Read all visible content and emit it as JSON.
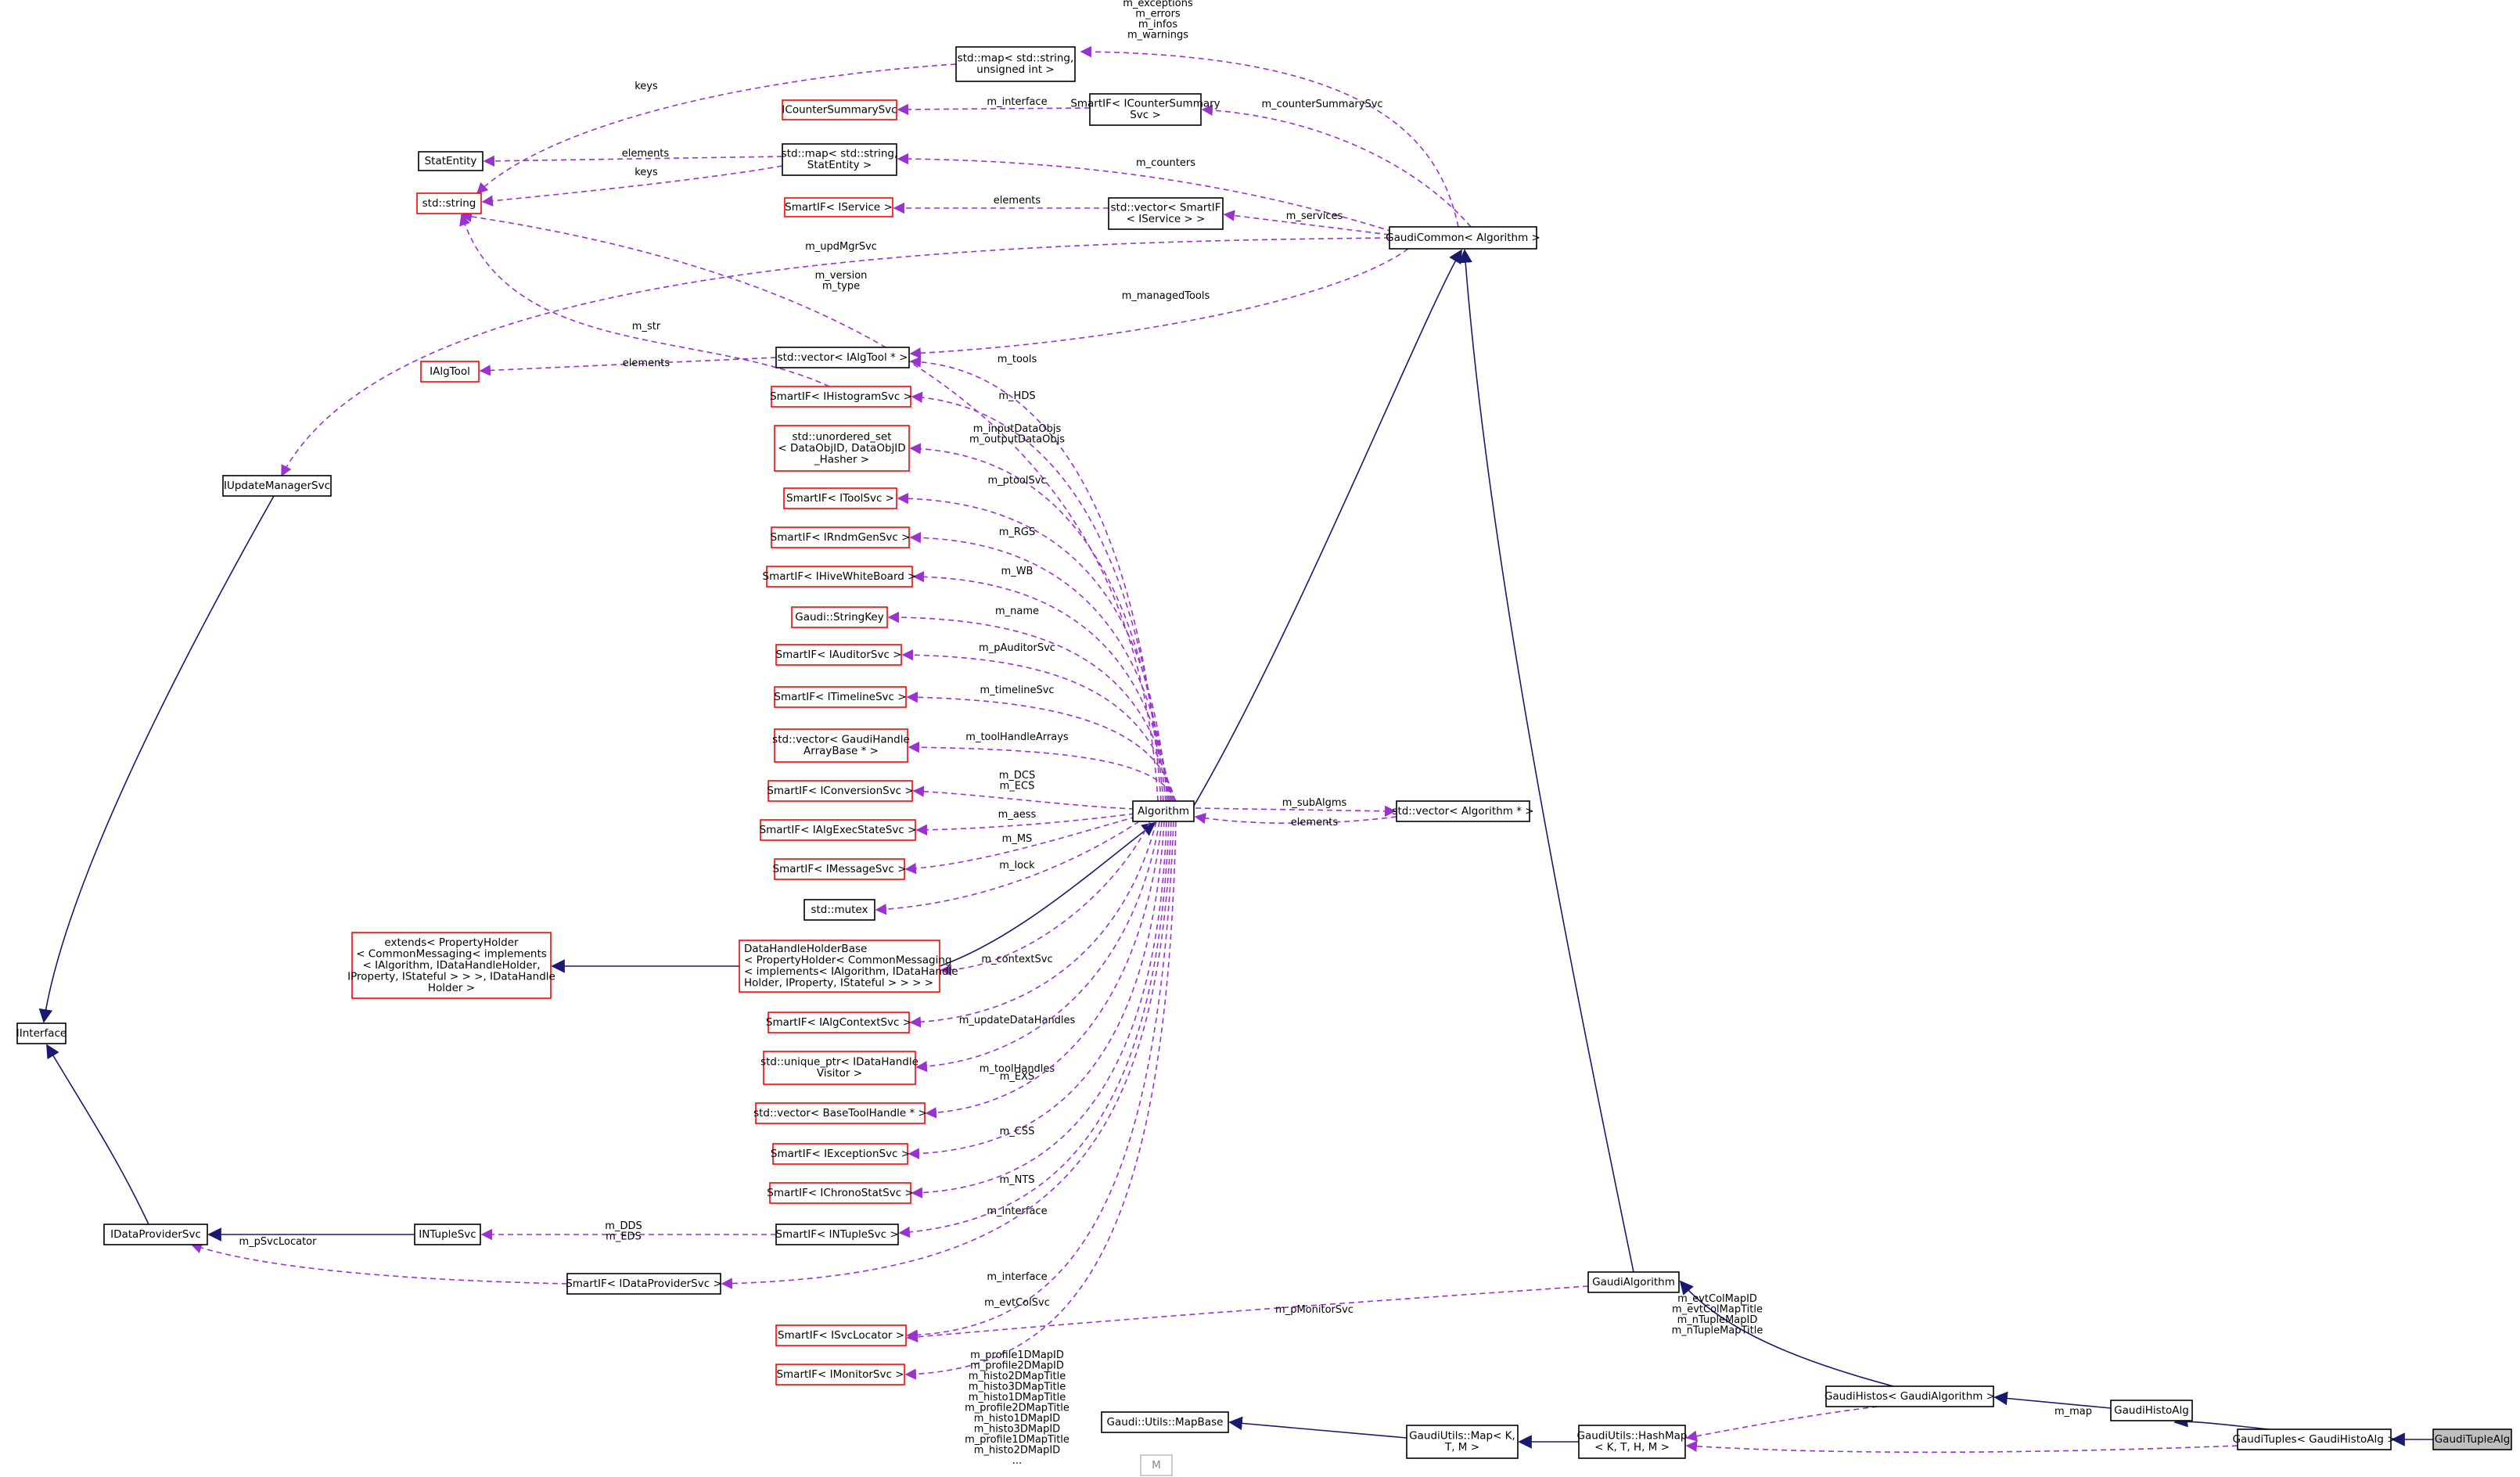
{
  "diagram": {
    "nodes": [
      {
        "id": "mapStrUInt",
        "lines": [
          "std::map< std::string,",
          "unsigned int >"
        ],
        "style": "black"
      },
      {
        "id": "ICounterSummarySvc",
        "lines": [
          "ICounterSummarySvc"
        ],
        "style": "red"
      },
      {
        "id": "SmartIFCounter",
        "lines": [
          "SmartIF< ICounterSummary",
          "Svc >"
        ],
        "style": "black"
      },
      {
        "id": "StatEntity",
        "lines": [
          "StatEntity"
        ],
        "style": "black"
      },
      {
        "id": "mapStrStat",
        "lines": [
          "std::map< std::string,",
          "StatEntity >"
        ],
        "style": "black"
      },
      {
        "id": "stdstring",
        "lines": [
          "std::string"
        ],
        "style": "red"
      },
      {
        "id": "SmartIFIService",
        "lines": [
          "SmartIF< IService >"
        ],
        "style": "red"
      },
      {
        "id": "vecSmartIF",
        "lines": [
          "std::vector< SmartIF",
          "< IService > >"
        ],
        "style": "black"
      },
      {
        "id": "GaudiCommon",
        "lines": [
          "GaudiCommon< Algorithm >"
        ],
        "style": "black"
      },
      {
        "id": "IAlgTool",
        "lines": [
          "IAlgTool"
        ],
        "style": "red"
      },
      {
        "id": "vecIAlgTool",
        "lines": [
          "std::vector< IAlgTool * >"
        ],
        "style": "black"
      },
      {
        "id": "IUpdateManagerSvc",
        "lines": [
          "IUpdateManagerSvc"
        ],
        "style": "black"
      },
      {
        "id": "SIHistogram",
        "lines": [
          "SmartIF< IHistogramSvc >"
        ],
        "style": "red"
      },
      {
        "id": "unorderedSet",
        "lines": [
          "std::unordered_set",
          "< DataObjID, DataObjID",
          "_Hasher >"
        ],
        "style": "red"
      },
      {
        "id": "SIToolSvc",
        "lines": [
          "SmartIF< IToolSvc >"
        ],
        "style": "red"
      },
      {
        "id": "SIRndm",
        "lines": [
          "SmartIF< IRndmGenSvc >"
        ],
        "style": "red"
      },
      {
        "id": "SIHive",
        "lines": [
          "SmartIF< IHiveWhiteBoard >"
        ],
        "style": "red"
      },
      {
        "id": "StringKey",
        "lines": [
          "Gaudi::StringKey"
        ],
        "style": "red"
      },
      {
        "id": "SIAuditor",
        "lines": [
          "SmartIF< IAuditorSvc >"
        ],
        "style": "red"
      },
      {
        "id": "SITimeline",
        "lines": [
          "SmartIF< ITimelineSvc >"
        ],
        "style": "red"
      },
      {
        "id": "vecGaudiHandle",
        "lines": [
          "std::vector< GaudiHandle",
          "ArrayBase * >"
        ],
        "style": "red"
      },
      {
        "id": "SIConversion",
        "lines": [
          "SmartIF< IConversionSvc >"
        ],
        "style": "red"
      },
      {
        "id": "SIAlgExec",
        "lines": [
          "SmartIF< IAlgExecStateSvc >"
        ],
        "style": "red"
      },
      {
        "id": "SIMessage",
        "lines": [
          "SmartIF< IMessageSvc >"
        ],
        "style": "red"
      },
      {
        "id": "stdmutex",
        "lines": [
          "std::mutex"
        ],
        "style": "black"
      },
      {
        "id": "extendsPH",
        "lines": [
          "extends< PropertyHolder",
          "< CommonMessaging< implements",
          "< IAlgorithm, IDataHandleHolder,",
          "IProperty, IStateful > > >, IDataHandle",
          "Holder >"
        ],
        "style": "red"
      },
      {
        "id": "DataHandleHolderBase",
        "lines": [
          "DataHandleHolderBase",
          "< PropertyHolder< CommonMessaging",
          "< implements< IAlgorithm, IDataHandle",
          "Holder, IProperty, IStateful > > > >"
        ],
        "style": "red",
        "align": "left"
      },
      {
        "id": "Algorithm",
        "lines": [
          "Algorithm"
        ],
        "style": "black"
      },
      {
        "id": "vecAlgorithm",
        "lines": [
          "std::vector< Algorithm * >"
        ],
        "style": "black"
      },
      {
        "id": "SIAlgContext",
        "lines": [
          "SmartIF< IAlgContextSvc >"
        ],
        "style": "red"
      },
      {
        "id": "uniquePtr",
        "lines": [
          "std::unique_ptr< IDataHandle",
          "Visitor >"
        ],
        "style": "red"
      },
      {
        "id": "vecBaseTool",
        "lines": [
          "std::vector< BaseToolHandle * >"
        ],
        "style": "red"
      },
      {
        "id": "IInterface",
        "lines": [
          "IInterface"
        ],
        "style": "black"
      },
      {
        "id": "SIException",
        "lines": [
          "SmartIF< IExceptionSvc >"
        ],
        "style": "red"
      },
      {
        "id": "SIChrono",
        "lines": [
          "SmartIF< IChronoStatSvc >"
        ],
        "style": "red"
      },
      {
        "id": "IDataProviderSvc",
        "lines": [
          "IDataProviderSvc"
        ],
        "style": "black"
      },
      {
        "id": "INTupleSvc",
        "lines": [
          "INTupleSvc"
        ],
        "style": "black"
      },
      {
        "id": "SINTuple",
        "lines": [
          "SmartIF< INTupleSvc >"
        ],
        "style": "black"
      },
      {
        "id": "SIDataProvider",
        "lines": [
          "SmartIF< IDataProviderSvc >"
        ],
        "style": "black"
      },
      {
        "id": "GaudiAlgorithm",
        "lines": [
          "GaudiAlgorithm"
        ],
        "style": "black"
      },
      {
        "id": "SISvcLocator",
        "lines": [
          "SmartIF< ISvcLocator >"
        ],
        "style": "red"
      },
      {
        "id": "SIMonitor",
        "lines": [
          "SmartIF< IMonitorSvc >"
        ],
        "style": "red"
      },
      {
        "id": "GaudiHistos",
        "lines": [
          "GaudiHistos< GaudiAlgorithm >"
        ],
        "style": "black"
      },
      {
        "id": "GaudiHistoAlg",
        "lines": [
          "GaudiHistoAlg"
        ],
        "style": "black"
      },
      {
        "id": "MapBase",
        "lines": [
          "Gaudi::Utils::MapBase"
        ],
        "style": "black"
      },
      {
        "id": "UtilsMap",
        "lines": [
          "GaudiUtils::Map< K,",
          "T, M >"
        ],
        "style": "black"
      },
      {
        "id": "HashMap",
        "lines": [
          "GaudiUtils::HashMap",
          "< K, T, H, M >"
        ],
        "style": "black"
      },
      {
        "id": "GaudiTuples",
        "lines": [
          "GaudiTuples< GaudiHistoAlg >"
        ],
        "style": "black"
      },
      {
        "id": "GaudiTupleAlg",
        "lines": [
          "GaudiTupleAlg"
        ],
        "style": "focus"
      },
      {
        "id": "M",
        "lines": [
          "M"
        ],
        "style": "gray"
      }
    ],
    "edges": [
      {
        "kind": "usage",
        "label": [
          "m_exceptions",
          "m_errors",
          "m_infos",
          "m_warnings"
        ]
      },
      {
        "kind": "usage",
        "label": [
          "m_interface"
        ]
      },
      {
        "kind": "usage",
        "label": [
          "m_counterSummarySvc"
        ]
      },
      {
        "kind": "usage",
        "label": [
          "elements"
        ]
      },
      {
        "kind": "usage",
        "label": [
          "keys"
        ]
      },
      {
        "kind": "usage",
        "label": [
          "keys"
        ]
      },
      {
        "kind": "usage",
        "label": [
          "m_counters"
        ]
      },
      {
        "kind": "usage",
        "label": [
          "elements"
        ]
      },
      {
        "kind": "usage",
        "label": [
          "m_services"
        ]
      },
      {
        "kind": "usage",
        "label": [
          "m_updMgrSvc"
        ]
      },
      {
        "kind": "usage",
        "label": [
          "m_version",
          "m_type"
        ]
      },
      {
        "kind": "usage",
        "label": [
          "m_str"
        ]
      },
      {
        "kind": "usage",
        "label": [
          "m_managedTools"
        ]
      },
      {
        "kind": "usage",
        "label": [
          "elements"
        ]
      },
      {
        "kind": "usage",
        "label": [
          "m_tools"
        ]
      },
      {
        "kind": "usage",
        "label": [
          "m_HDS"
        ]
      },
      {
        "kind": "usage",
        "label": [
          "m_inputDataObjs",
          "m_outputDataObjs"
        ]
      },
      {
        "kind": "usage",
        "label": [
          "m_ptoolSvc"
        ]
      },
      {
        "kind": "usage",
        "label": [
          "m_RGS"
        ]
      },
      {
        "kind": "usage",
        "label": [
          "m_WB"
        ]
      },
      {
        "kind": "usage",
        "label": [
          "m_name"
        ]
      },
      {
        "kind": "usage",
        "label": [
          "m_pAuditorSvc"
        ]
      },
      {
        "kind": "usage",
        "label": [
          "m_timelineSvc"
        ]
      },
      {
        "kind": "usage",
        "label": [
          "m_toolHandleArrays"
        ]
      },
      {
        "kind": "usage",
        "label": [
          "m_DCS",
          "m_ECS"
        ]
      },
      {
        "kind": "usage",
        "label": [
          "m_aess"
        ]
      },
      {
        "kind": "usage",
        "label": [
          "m_MS"
        ]
      },
      {
        "kind": "usage",
        "label": [
          "m_lock"
        ]
      },
      {
        "kind": "usage",
        "label": [
          "m_subAlgms"
        ]
      },
      {
        "kind": "usage",
        "label": [
          "elements"
        ]
      },
      {
        "kind": "usage",
        "label": [
          "m_contextSvc"
        ]
      },
      {
        "kind": "usage",
        "label": [
          "m_updateDataHandles"
        ]
      },
      {
        "kind": "usage",
        "label": [
          "m_toolHandles"
        ]
      },
      {
        "kind": "usage",
        "label": [
          "m_EXS"
        ]
      },
      {
        "kind": "usage",
        "label": [
          "m_CSS"
        ]
      },
      {
        "kind": "usage",
        "label": [
          "m_NTS"
        ]
      },
      {
        "kind": "usage",
        "label": [
          "m_interface"
        ]
      },
      {
        "kind": "usage",
        "label": [
          "m_DDS",
          "m_EDS"
        ]
      },
      {
        "kind": "usage",
        "label": [
          "m_interface"
        ]
      },
      {
        "kind": "usage",
        "label": [
          "m_pSvcLocator"
        ]
      },
      {
        "kind": "usage",
        "label": [
          "m_evtColSvc"
        ]
      },
      {
        "kind": "usage",
        "label": [
          "m_pMonitorSvc"
        ]
      },
      {
        "kind": "usage",
        "label": [
          "m_profile1DMapID",
          "m_profile2DMapID",
          "m_histo2DMapTitle",
          "m_histo3DMapTitle",
          "m_histo1DMapTitle",
          "m_profile2DMapTitle",
          "m_histo1DMapID",
          "m_histo3DMapID",
          "m_profile1DMapTitle",
          "m_histo2DMapID",
          "..."
        ]
      },
      {
        "kind": "usage",
        "label": [
          "m_evtColMapID",
          "m_evtColMapTitle",
          "m_nTupleMapID",
          "m_nTupleMapTitle"
        ]
      },
      {
        "kind": "usage",
        "label": [
          "m_map"
        ]
      }
    ]
  }
}
